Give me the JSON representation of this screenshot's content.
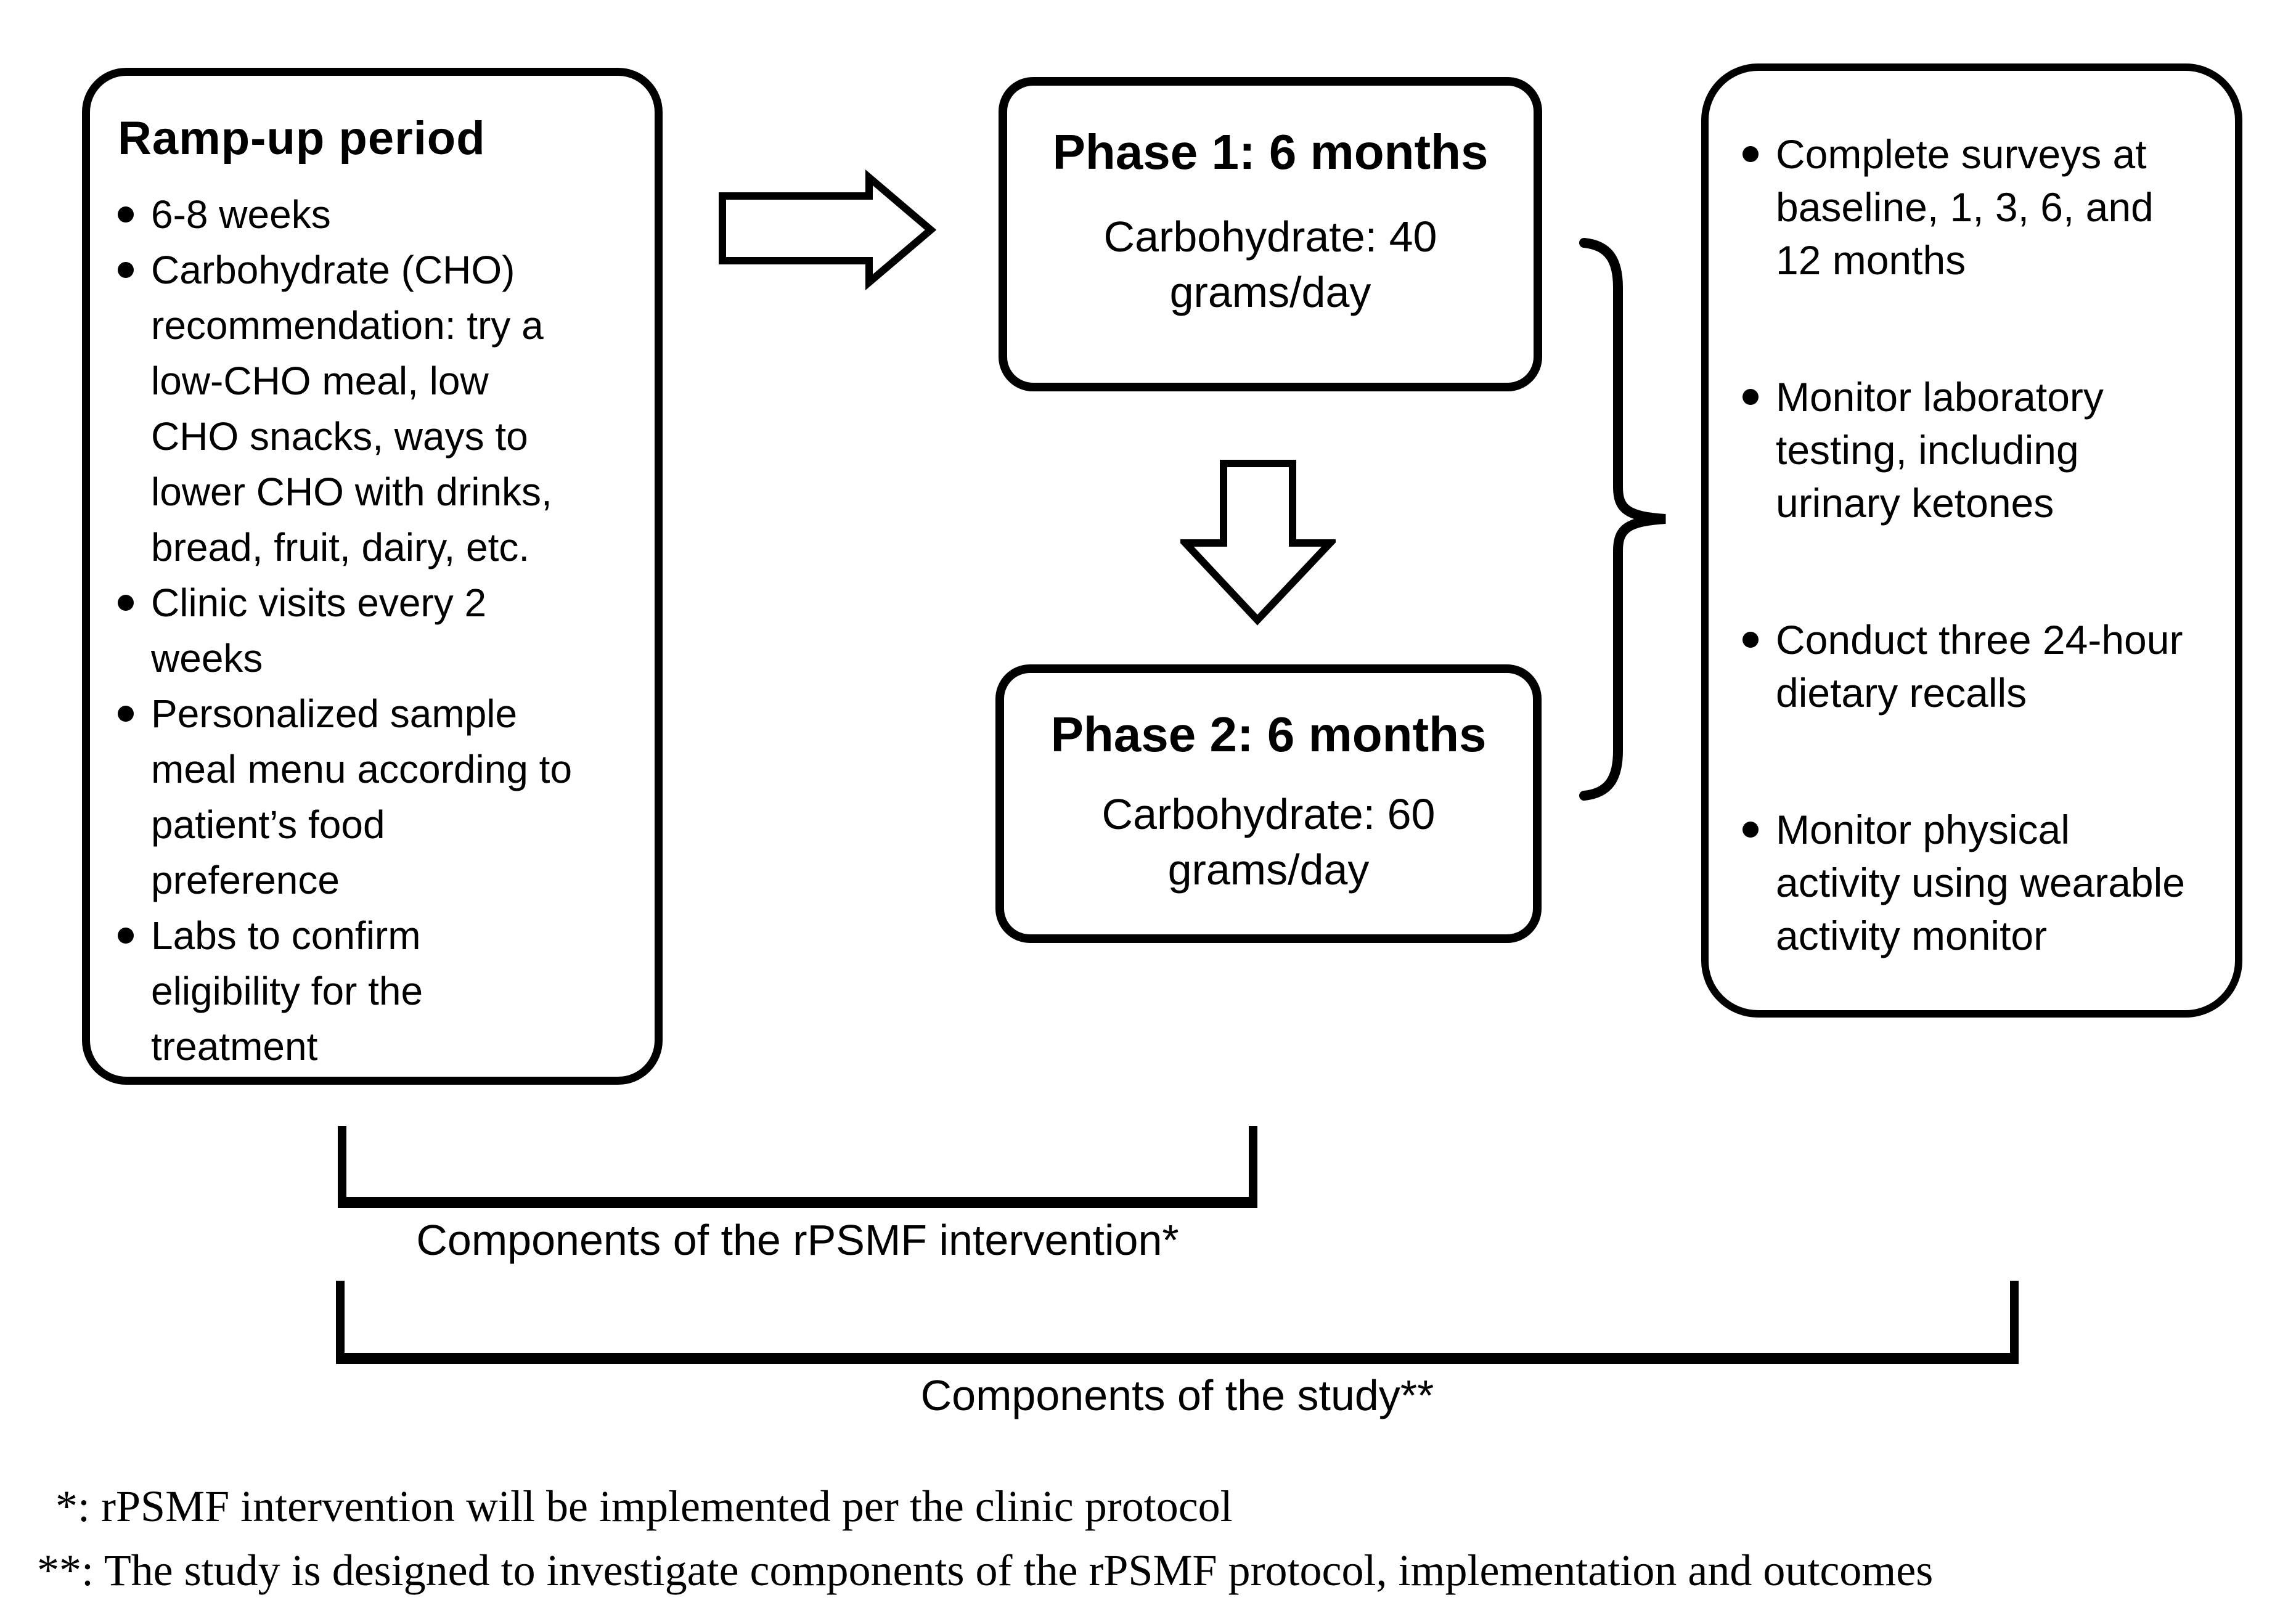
{
  "colors": {
    "ink": "#000000",
    "paper": "#ffffff"
  },
  "left_box": {
    "title": "Ramp-up period",
    "items": [
      "6-8 weeks",
      "Carbohydrate (CHO) recommendation: try a low-CHO meal, low CHO snacks, ways to lower CHO with drinks, bread, fruit, dairy, etc.",
      "Clinic visits every 2 weeks",
      "Personalized sample meal menu according to patient’s food preference",
      "Labs to confirm eligibility for the treatment"
    ]
  },
  "phase_1": {
    "title": "Phase 1: 6 months",
    "body": "Carbohydrate: 40 grams/day"
  },
  "phase_2": {
    "title": "Phase 2: 6 months",
    "body": "Carbohydrate: 60 grams/day"
  },
  "right_box": {
    "items": [
      "Complete surveys at baseline, 1, 3, 6, and 12 months",
      "Monitor laboratory testing, including urinary ketones",
      "Conduct three 24-hour dietary recalls",
      "Monitor physical activity using wearable activity monitor"
    ]
  },
  "brackets": {
    "intervention_label": "Components of the rPSMF intervention*",
    "study_label": "Components of the study**"
  },
  "footnotes": [
    "*: rPSMF intervention will be implemented per the clinic protocol",
    "**: The study is designed to investigate components of the rPSMF protocol, implementation and outcomes"
  ],
  "icons": {
    "flow_right": "block-arrow-right",
    "flow_down": "block-arrow-down",
    "group": "curly-brace-right"
  }
}
